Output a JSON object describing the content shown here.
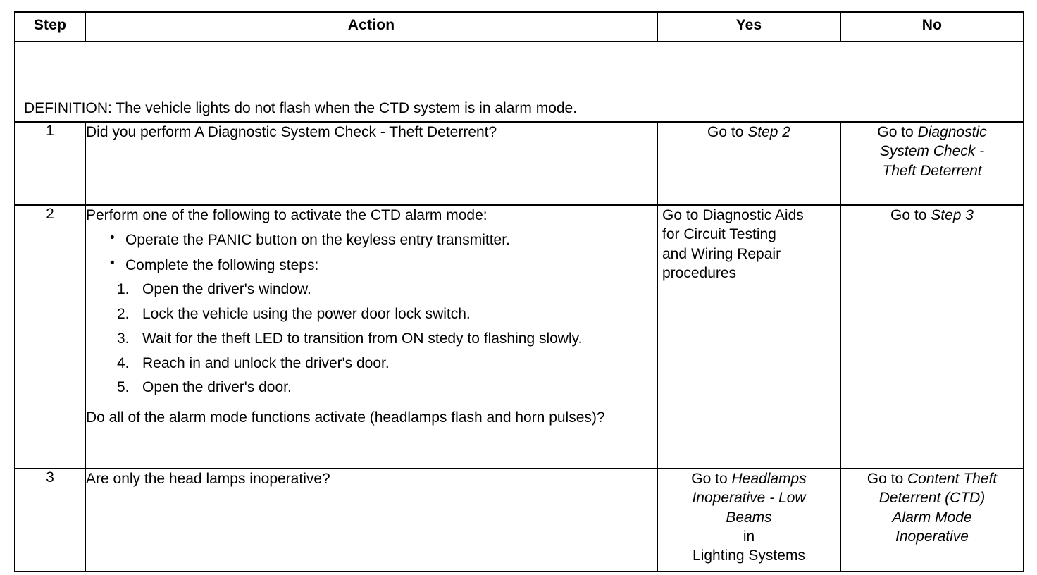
{
  "table": {
    "columns": [
      {
        "key": "step",
        "label": "Step"
      },
      {
        "key": "action",
        "label": "Action"
      },
      {
        "key": "yes",
        "label": "Yes"
      },
      {
        "key": "no",
        "label": "No"
      }
    ],
    "definition": {
      "prefix": "DEFINITION:",
      "text": "DEFINITION: The vehicle lights do not flash when the CTD system is in alarm mode."
    },
    "rows": [
      {
        "step": "1",
        "action": {
          "lead": "Did you perform A Diagnostic System Check - Theft Deterrent?",
          "bullets": [],
          "substeps": [],
          "tail": ""
        },
        "yes": {
          "align": "center",
          "position": "bottom",
          "lines": [
            {
              "plain": "Go to ",
              "italic": "Step 2"
            }
          ]
        },
        "no": {
          "align": "center",
          "position": "top",
          "lines": [
            {
              "plain": "Go to ",
              "italic": "Diagnostic"
            },
            {
              "plain": "",
              "italic": "System Check -"
            },
            {
              "plain": "",
              "italic": "Theft Deterrent"
            }
          ]
        }
      },
      {
        "step": "2",
        "action": {
          "lead": "Perform one of the following to activate the CTD alarm mode:",
          "bullets": [
            "Operate the PANIC button on the keyless entry transmitter.",
            "Complete the following steps:"
          ],
          "substeps": [
            {
              "num": "1.",
              "text": "Open the driver's window."
            },
            {
              "num": "2.",
              "text": "Lock the vehicle using the power door lock switch."
            },
            {
              "num": "3.",
              "text": "Wait for the theft LED to transition from ON stedy to flashing slowly."
            },
            {
              "num": "4.",
              "text": "Reach in and unlock the driver's door."
            },
            {
              "num": "5.",
              "text": "Open the driver's door."
            }
          ],
          "tail": "Do all of the alarm mode functions activate (headlamps flash and horn pulses)?"
        },
        "yes": {
          "align": "left",
          "position": "middle",
          "lines": [
            {
              "plain": "Go to Diagnostic Aids",
              "italic": ""
            },
            {
              "plain": "for Circuit Testing",
              "italic": ""
            },
            {
              "plain": "and Wiring Repair",
              "italic": ""
            },
            {
              "plain": " procedures",
              "italic": ""
            }
          ]
        },
        "no": {
          "align": "center",
          "position": "bottom",
          "lines": [
            {
              "plain": "Go to ",
              "italic": "Step 3"
            }
          ]
        }
      },
      {
        "step": "3",
        "action": {
          "lead": "Are only the head lamps inoperative?",
          "bullets": [],
          "substeps": [],
          "tail": ""
        },
        "yes": {
          "align": "center",
          "position": "top",
          "lines": [
            {
              "plain": "Go to ",
              "italic": "Headlamps"
            },
            {
              "plain": "",
              "italic": "Inoperative - Low"
            },
            {
              "plain": "",
              "italic": "Beams"
            },
            {
              "plain": "in",
              "italic": ""
            },
            {
              "plain": "Lighting Systems",
              "italic": ""
            }
          ]
        },
        "no": {
          "align": "center",
          "position": "top",
          "lines": [
            {
              "plain": "Go to ",
              "italic": "Content Theft"
            },
            {
              "plain": "",
              "italic": "Deterrent (CTD)"
            },
            {
              "plain": "",
              "italic": "Alarm Mode"
            },
            {
              "plain": "",
              "italic": "Inoperative"
            }
          ]
        }
      }
    ]
  }
}
